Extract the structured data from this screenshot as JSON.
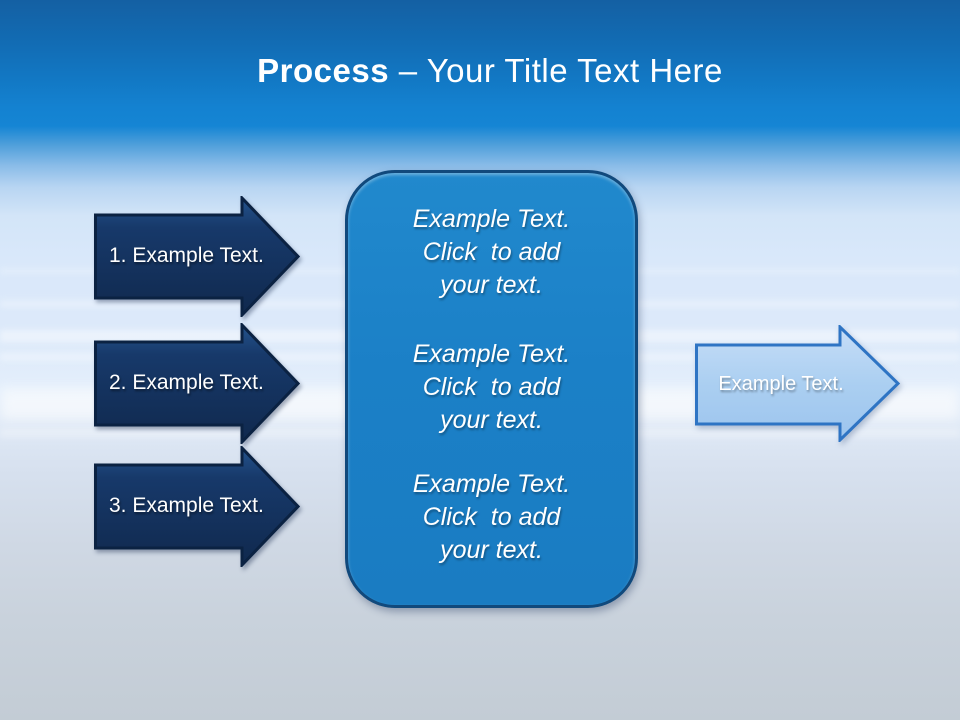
{
  "slide": {
    "title": {
      "bold": "Process",
      "rest": " – Your Title Text Here"
    }
  },
  "left_arrows": [
    {
      "label": "1. Example Text."
    },
    {
      "label": "2. Example Text."
    },
    {
      "label": "3. Example Text."
    }
  ],
  "center_box": {
    "blocks": [
      {
        "lines": [
          "Example Text.",
          "Click  to add",
          "your text."
        ]
      },
      {
        "lines": [
          "Example Text.",
          "Click  to add",
          "your text."
        ]
      },
      {
        "lines": [
          "Example Text.",
          "Click  to add",
          "your text."
        ]
      }
    ]
  },
  "right_arrow": {
    "label": "Example Text."
  },
  "colors": {
    "header_blue": "#1482d1",
    "sky_pale_blue": "#dce9fa",
    "bottom_gray_blue": "#c3ccd5",
    "dark_arrow_fill": "#13305a",
    "dark_arrow_border": "#0b2242",
    "center_box_fill": "#1b80c6",
    "center_box_border": "#11497c",
    "light_arrow_fill": "#abcff1",
    "light_arrow_border": "#2e74c4",
    "text_white": "#ffffff"
  }
}
